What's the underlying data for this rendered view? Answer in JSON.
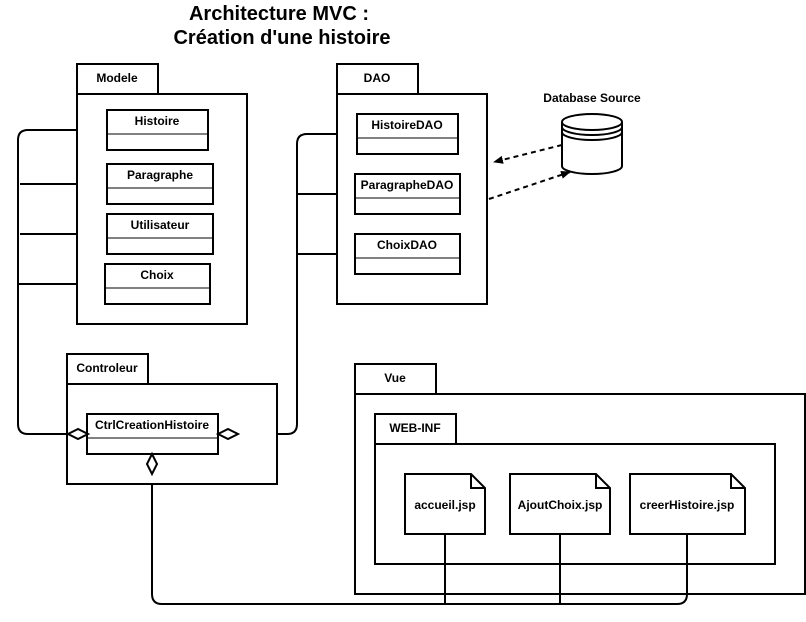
{
  "title": {
    "line1": "Architecture MVC :",
    "line2": "Création d'une histoire"
  },
  "packages": {
    "modele": {
      "label": "Modele",
      "classes": [
        "Histoire",
        "Paragraphe",
        "Utilisateur",
        "Choix"
      ]
    },
    "dao": {
      "label": "DAO",
      "classes": [
        "HistoireDAO",
        "ParagrapheDAO",
        "ChoixDAO"
      ]
    },
    "controleur": {
      "label": "Controleur",
      "classes": [
        "CtrlCreationHistoire"
      ]
    },
    "vue": {
      "label": "Vue",
      "webinf": {
        "label": "WEB-INF",
        "pages": [
          "accueil.jsp",
          "AjoutChoix.jsp",
          "creerHistoire.jsp"
        ]
      }
    }
  },
  "database": {
    "label": "Database Source"
  }
}
